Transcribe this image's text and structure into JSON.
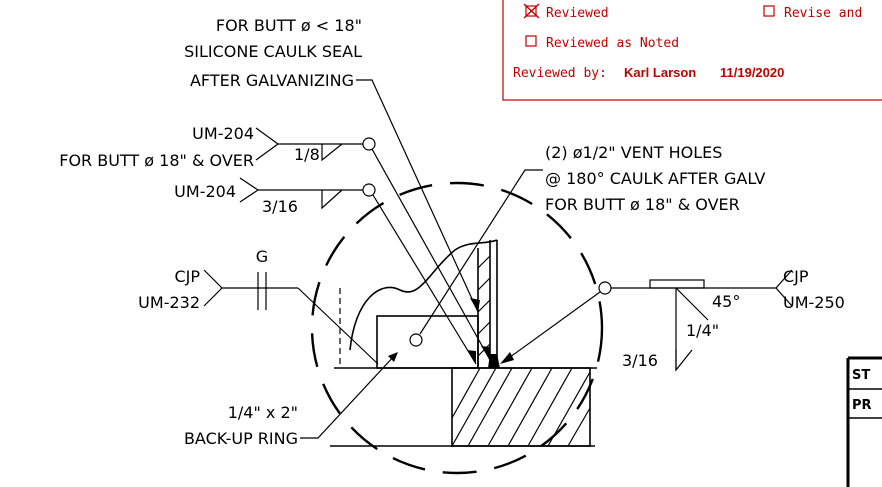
{
  "colors": {
    "ink": "#000000",
    "stamp": "#c00000"
  },
  "stamp": {
    "reviewed": "Reviewed",
    "revise": "Revise and",
    "reviewed_noted": "Reviewed as Noted",
    "reviewed_by_label": "Reviewed by:",
    "reviewer": "Karl Larson",
    "date": "11/19/2020"
  },
  "notes": {
    "caulk_line1": "FOR BUTT ø < 18\"",
    "caulk_line2": "SILICONE CAULK SEAL",
    "caulk_line3": "AFTER GALVANIZING",
    "weld1_spec": "UM-204",
    "weld1_cond": "FOR BUTT ø 18\" & OVER",
    "weld1_size": "1/8",
    "weld2_spec": "UM-204",
    "weld2_size": "3/16",
    "vent_line1": "(2) ø1/2\" VENT HOLES",
    "vent_line2": "@ 180° CAULK AFTER GALV",
    "vent_line3": "FOR BUTT ø 18\" & OVER",
    "cjp_left": "CJP",
    "cjp_left_spec": "UM-232",
    "gap": "G",
    "cjp_right": "CJP",
    "cjp_right_spec": "UM-250",
    "angle": "45°",
    "groove_size": "1/4\"",
    "fillet_size": "3/16",
    "ring_line1": "1/4\" x 2\"",
    "ring_line2": "BACK-UP RING"
  },
  "title_block": {
    "row1": "ST",
    "row2": "PR"
  }
}
